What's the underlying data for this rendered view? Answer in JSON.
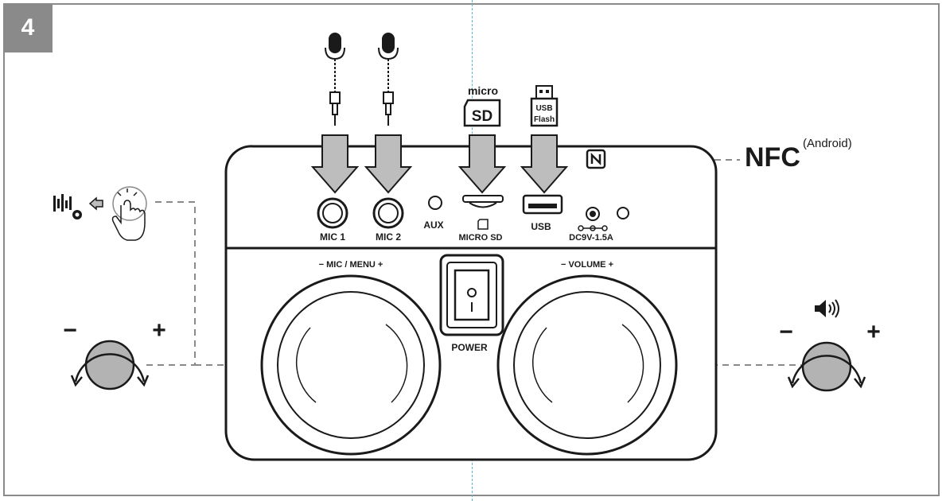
{
  "step": {
    "number": "4"
  },
  "top_connectors": {
    "micro_word": "micro",
    "sd_word": "SD",
    "usb_flash_line1": "USB",
    "usb_flash_line2": "Flash"
  },
  "nfc": {
    "label": "NFC",
    "note": "(Android)"
  },
  "panel": {
    "ports": {
      "mic1": "MIC 1",
      "mic2": "MIC 2",
      "aux": "AUX",
      "micro_sd": "MICRO SD",
      "usb": "USB",
      "dc": "DC9V-1.5A"
    },
    "left_knob_label": "−  MIC / MENU  +",
    "right_knob_label": "−  VOLUME  +",
    "power": "POWER"
  },
  "side_controls": {
    "left": {
      "minus": "−",
      "plus": "+"
    },
    "right": {
      "minus": "−",
      "plus": "+"
    }
  },
  "icons": {
    "mic": "microphone-icon",
    "sd": "micro-sd-card-icon",
    "usb": "usb-flash-drive-icon",
    "nfc": "nfc-icon",
    "tap": "tap-hand-icon",
    "equalizer": "equalizer-settings-icon",
    "speaker": "speaker-volume-icon",
    "arrow": "insert-arrow-icon"
  },
  "colors": {
    "stroke": "#1a1a1a",
    "arrow_fill": "#bdbdbd",
    "knob_fill": "#b3b3b3",
    "dash": "#8a8a8a",
    "frame": "#8a8a8a",
    "guide": "#5bb8c9"
  }
}
